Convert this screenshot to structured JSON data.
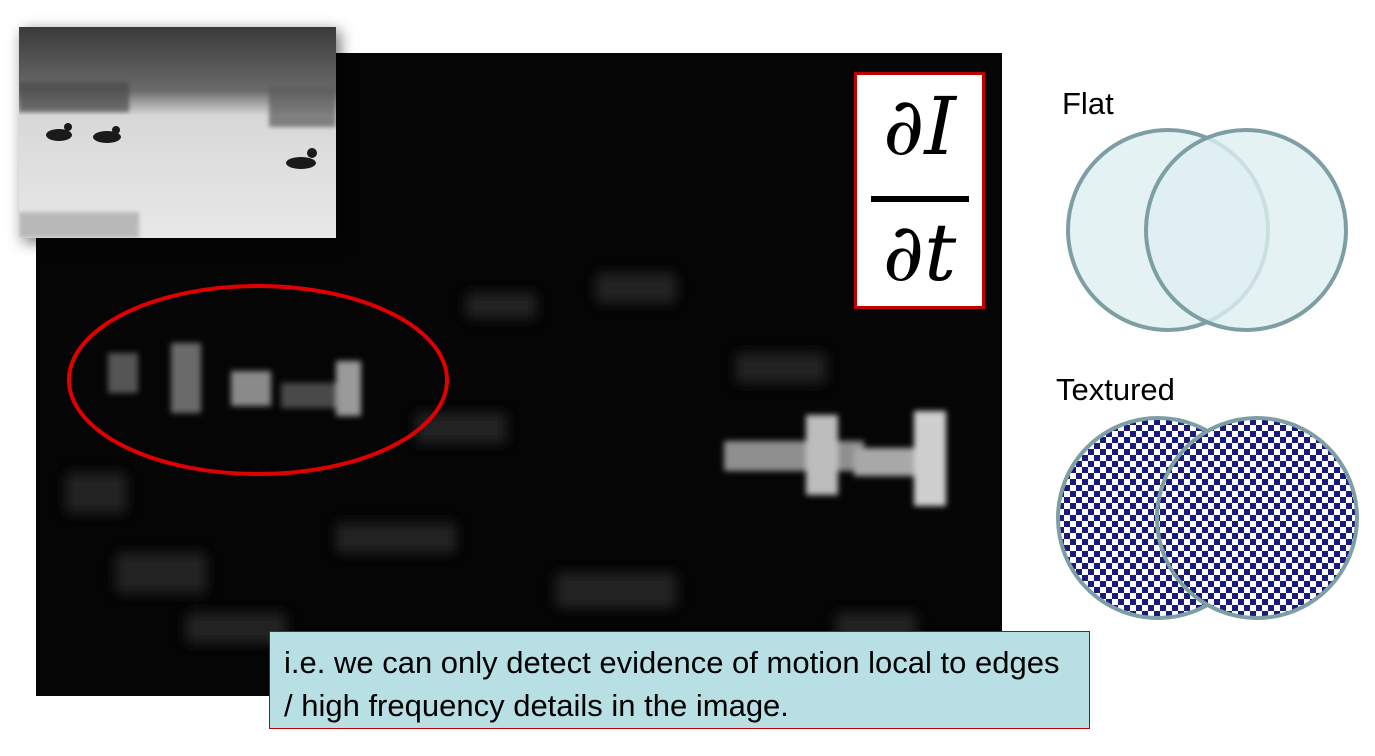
{
  "formula": {
    "numerator": "∂I",
    "denominator": "∂t"
  },
  "labels": {
    "flat": "Flat",
    "textured": "Textured"
  },
  "caption": "i.e. we can only detect evidence of motion local to edges / high frequency details in the image.",
  "colors": {
    "highlight_ellipse": "#e00000",
    "formula_border": "#c00000",
    "caption_background": "#b8dfe3",
    "venn_fill": "#dfeff1",
    "venn_stroke": "#7d9ea3",
    "checker_dark": "#1a1a78"
  }
}
